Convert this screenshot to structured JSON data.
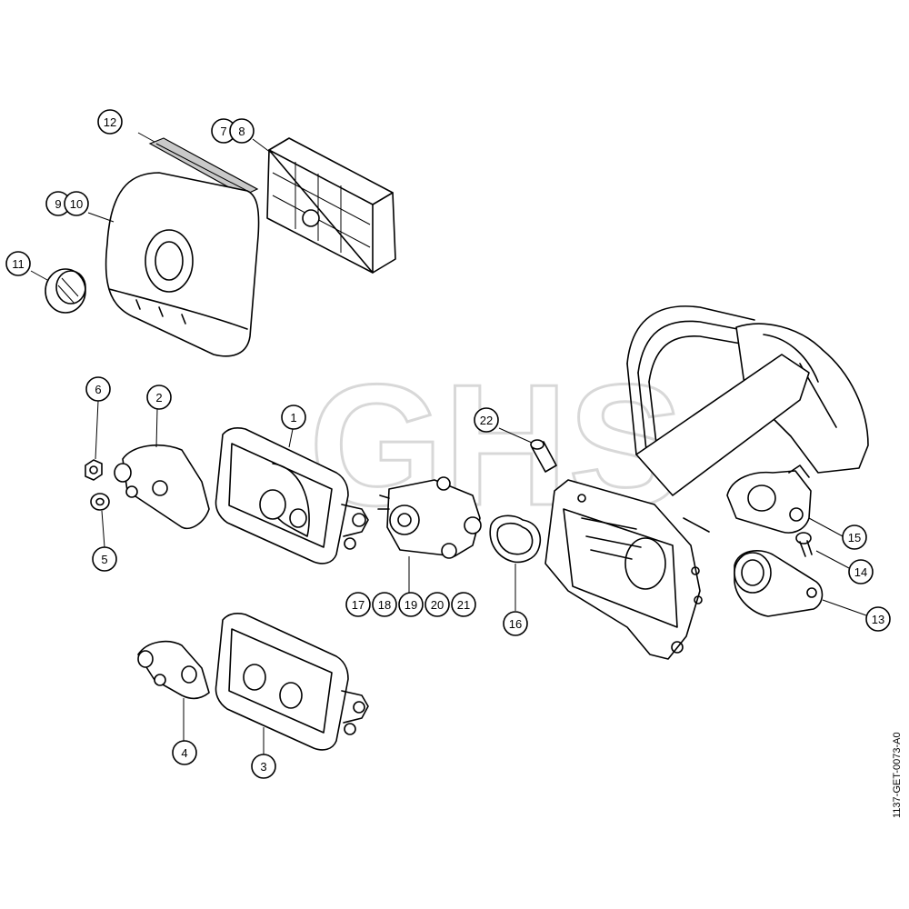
{
  "watermark": {
    "text": "GHS"
  },
  "drawing_code": "1137-GET-0073-A0",
  "callouts": [
    {
      "id": "c1",
      "text": "1"
    },
    {
      "id": "c2",
      "text": "2"
    },
    {
      "id": "c3",
      "text": "3"
    },
    {
      "id": "c4",
      "text": "4"
    },
    {
      "id": "c5",
      "text": "5"
    },
    {
      "id": "c6",
      "text": "6"
    },
    {
      "id": "c7",
      "text": "7"
    },
    {
      "id": "c8",
      "text": "8"
    },
    {
      "id": "c9",
      "text": "9"
    },
    {
      "id": "c10",
      "text": "10"
    },
    {
      "id": "c11",
      "text": "11"
    },
    {
      "id": "c12",
      "text": "12"
    },
    {
      "id": "c13",
      "text": "13"
    },
    {
      "id": "c14",
      "text": "14"
    },
    {
      "id": "c15",
      "text": "15"
    },
    {
      "id": "c16",
      "text": "16"
    },
    {
      "id": "c17",
      "text": "17"
    },
    {
      "id": "c18",
      "text": "18"
    },
    {
      "id": "c19",
      "text": "19"
    },
    {
      "id": "c20",
      "text": "20"
    },
    {
      "id": "c21",
      "text": "21"
    },
    {
      "id": "c22",
      "text": "22"
    }
  ]
}
